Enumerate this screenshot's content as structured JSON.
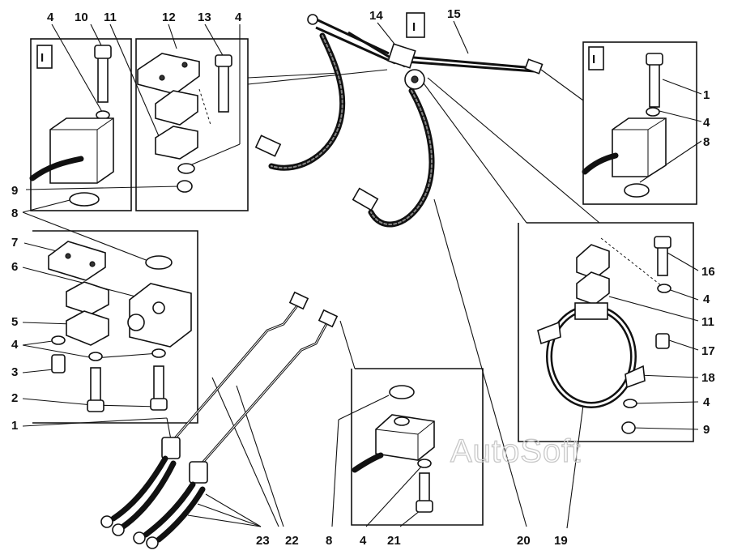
{
  "callouts": {
    "n1_top_right": "1",
    "n4_top_right": "4",
    "n8_top_right": "8",
    "n4_top_left": "4",
    "n10": "10",
    "n11_top": "11",
    "n12": "12",
    "n13": "13",
    "n4_top_mid": "4",
    "n14": "14",
    "n15": "15",
    "n9_left": "9",
    "n8_left": "8",
    "n7": "7",
    "n6": "6",
    "n5": "5",
    "n4_left": "4",
    "n3": "3",
    "n2": "2",
    "n1_left": "1",
    "n16": "16",
    "n4_right": "4",
    "n11_right": "11",
    "n17": "17",
    "n18": "18",
    "n4_right_low": "4",
    "n9_right": "9",
    "n23": "23",
    "n22": "22",
    "n8_bottom": "8",
    "n4_bottom": "4",
    "n21": "21",
    "n20": "20",
    "n19": "19"
  },
  "view_marks": {
    "left_view": "I",
    "right_view": "I",
    "center_view": "I"
  },
  "watermark": "AutoSoft"
}
